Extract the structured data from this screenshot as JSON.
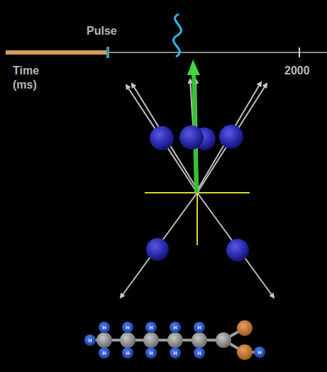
{
  "diagram": {
    "labels": [
      "Pulse",
      "Time (ms)",
      "2000",
      "H",
      "H",
      "H",
      "H",
      "H",
      "H",
      "H",
      "H",
      "H",
      "H",
      "H",
      "H"
    ]
  }
}
